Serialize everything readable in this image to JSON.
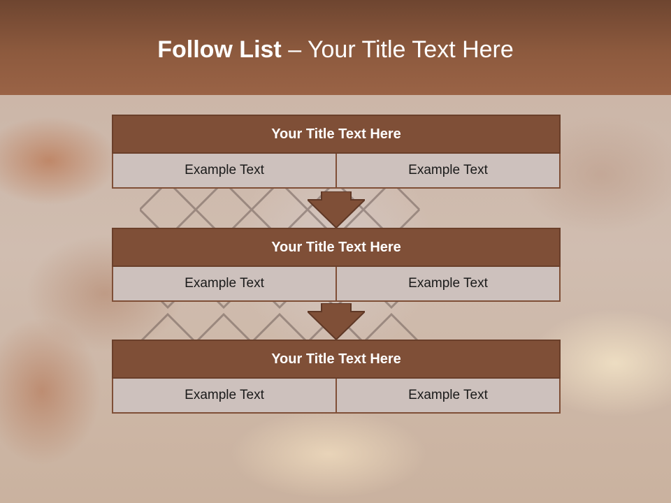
{
  "title": {
    "bold": "Follow List",
    "rest": " – Your Title Text Here"
  },
  "steps": [
    {
      "heading": "Your Title Text Here",
      "left": "Example Text",
      "right": "Example Text"
    },
    {
      "heading": "Your Title Text Here",
      "left": "Example Text",
      "right": "Example Text"
    },
    {
      "heading": "Your Title Text Here",
      "left": "Example Text",
      "right": "Example Text"
    }
  ],
  "colors": {
    "header": "#8d5a3e",
    "box_head": "#7f4f37",
    "box_cell": "#cdc1bd",
    "arrow": "#7f4f37"
  }
}
